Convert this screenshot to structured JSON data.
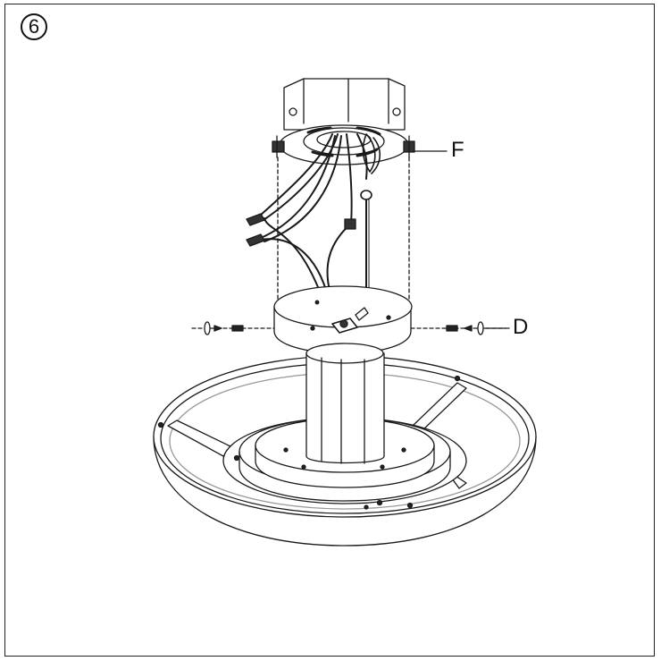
{
  "step": {
    "number": "6"
  },
  "callouts": {
    "f": "F",
    "d": "D"
  }
}
